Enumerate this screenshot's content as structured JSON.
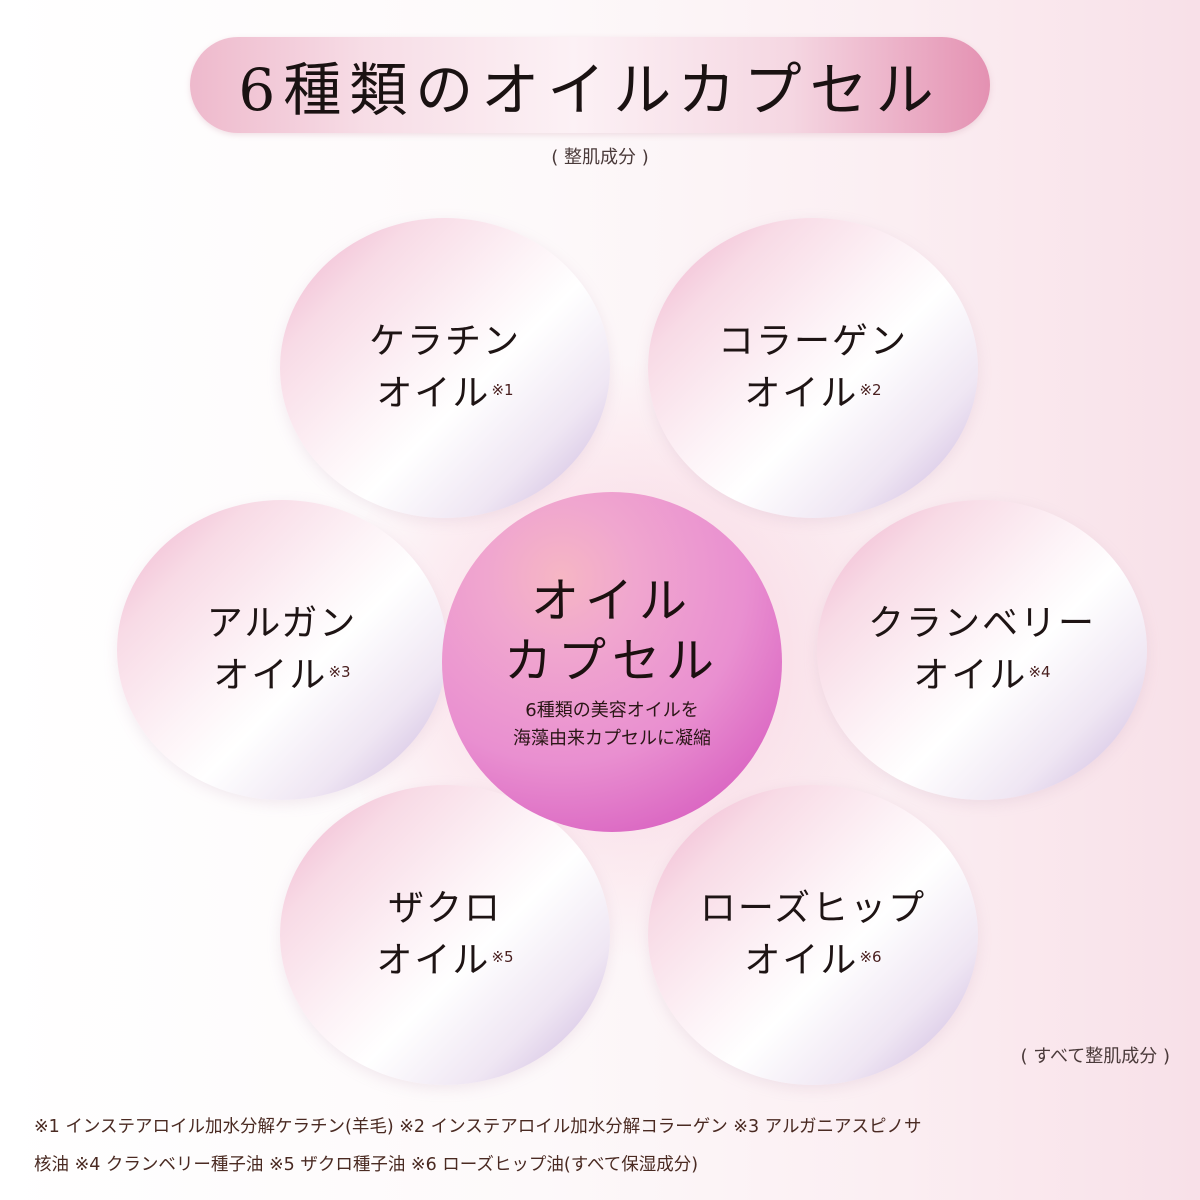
{
  "header": {
    "title": "6種類のオイルカプセル",
    "subtitle": "( 整肌成分 )"
  },
  "center": {
    "title_line1": "オイル",
    "title_line2": "カプセル",
    "desc_line1": "6種類の美容オイルを",
    "desc_line2": "海藻由来カプセルに凝縮"
  },
  "oils": [
    {
      "line1": "ケラチン",
      "line2": "オイル",
      "note": "※1"
    },
    {
      "line1": "コラーゲン",
      "line2": "オイル",
      "note": "※2"
    },
    {
      "line1": "アルガン",
      "line2": "オイル",
      "note": "※3"
    },
    {
      "line1": "クランベリー",
      "line2": "オイル",
      "note": "※4"
    },
    {
      "line1": "ザクロ",
      "line2": "オイル",
      "note": "※5"
    },
    {
      "line1": "ローズヒップ",
      "line2": "オイル",
      "note": "※6"
    }
  ],
  "note_all": "( すべて整肌成分 )",
  "footnotes": {
    "line1": "※1 インステアロイル加水分解ケラチン(羊毛) ※2 インステアロイル加水分解コラーゲン ※3 アルガニアスピノサ",
    "line2": "核油 ※4 クランベリー種子油 ※5 ザクロ種子油 ※6 ローズヒップ油(すべて保湿成分)"
  },
  "colors": {
    "banner_pink": "#e491b2",
    "center_magenta": "#d860c0",
    "text_dark": "#1e1414",
    "footnote_brown": "#4a2a22"
  }
}
